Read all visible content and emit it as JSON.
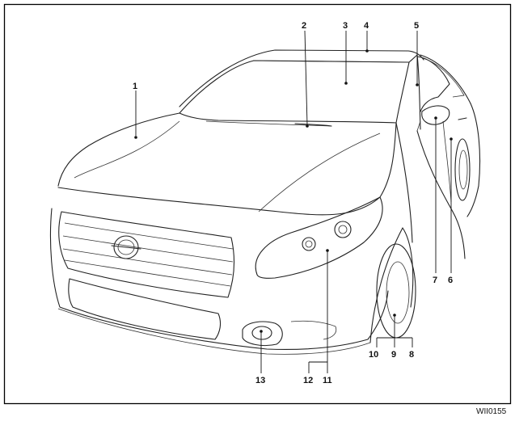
{
  "callouts": [
    "1",
    "2",
    "3",
    "4",
    "5",
    "6",
    "7",
    "8",
    "9",
    "10",
    "11",
    "12",
    "13"
  ],
  "figure_code": "WII0155"
}
